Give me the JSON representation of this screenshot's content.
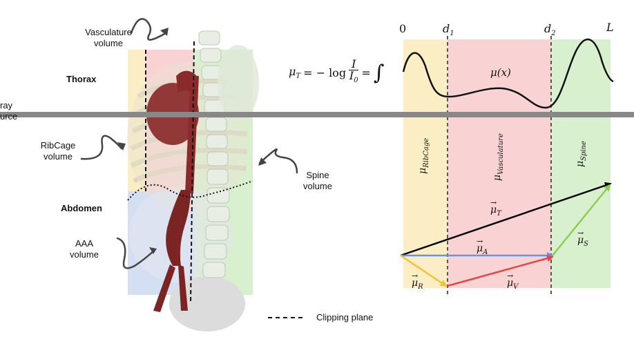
{
  "anatomy": {
    "thorax_label": "Thorax",
    "abdomen_label": "Abdomen",
    "xray_source_label_line1": "ray",
    "xray_source_label_line2": "urce",
    "vasculature_label_line1": "Vasculature",
    "vasculature_label_line2": "volume",
    "ribcage_label_line1": "RibCage",
    "ribcage_label_line2": "volume",
    "spine_label_line1": "Spine",
    "spine_label_line2": "volume",
    "aaa_label_line1": "AAA",
    "aaa_label_line2": "volume"
  },
  "legend": {
    "clipping_plane_label": "Clipping plane"
  },
  "equation": {
    "mu_t": "μ",
    "mu_t_sub": "T",
    "equals": "= − log",
    "numerator": "I",
    "denominator": "I",
    "denominator_sub": "0",
    "equals2": "=",
    "integral": "∫"
  },
  "axis": {
    "zero": "0",
    "d1": "d",
    "d1_sub": "1",
    "d2": "d",
    "d2_sub": "2",
    "L": "L"
  },
  "curve_label": "μ(x)",
  "segments": {
    "ribcage": "μ",
    "ribcage_sub": "RibCage",
    "vasculature": "μ",
    "vasculature_sub": "Vasculature",
    "spine": "μ",
    "spine_sub": "Spine"
  },
  "vectors": {
    "total": "μ",
    "total_sub": "T",
    "aaa": "μ",
    "aaa_sub": "A",
    "ribcage": "μ",
    "ribcage_sub": "R",
    "vasculature": "μ",
    "vasculature_sub": "V",
    "spine": "μ",
    "spine_sub": "S"
  },
  "colors": {
    "ribcage_band": "#fbeec4",
    "vasculature_band": "#f9d3d3",
    "spine_band": "#d9f0cf",
    "aaa_band": "#d4dff3",
    "ray": "#888888",
    "vec_total": "#000000",
    "vec_aaa": "#6a93e0",
    "vec_ribcage": "#f2c23a",
    "vec_vasculature": "#e04848",
    "vec_spine": "#8ccc55",
    "aorta": "#8b2a2a"
  }
}
